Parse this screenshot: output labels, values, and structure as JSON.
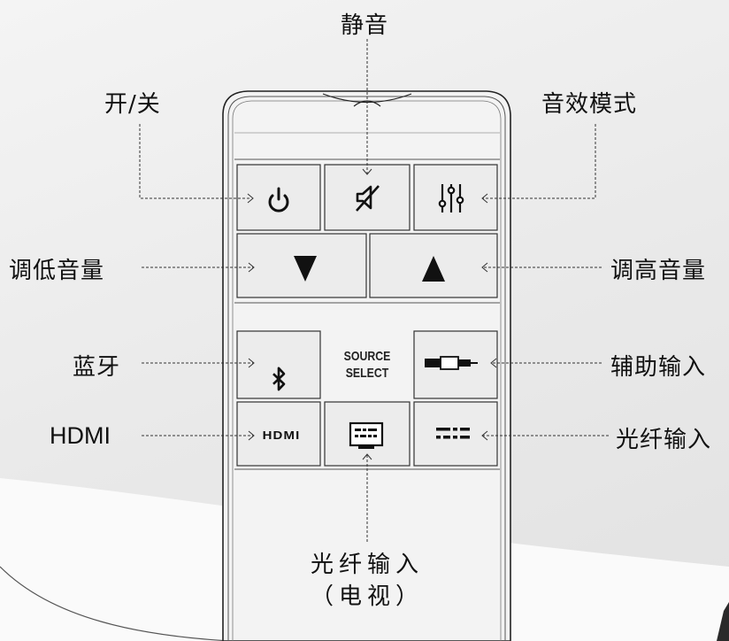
{
  "labels": {
    "mute": "静音",
    "power": "开/关",
    "sound_mode": "音效模式",
    "volume_down": "调低音量",
    "volume_up": "调高音量",
    "bluetooth": "蓝牙",
    "aux": "辅助输入",
    "hdmi": "HDMI",
    "optical": "光纤输入",
    "optical_tv_line1": "光纤输入",
    "optical_tv_line2": "（电视）"
  },
  "remote": {
    "source_line1": "SOURCE",
    "source_line2": "SELECT",
    "hdmi_logo": "HDMI"
  },
  "icons": [
    "power-icon",
    "mute-icon",
    "equalizer-icon",
    "triangle-down-icon",
    "triangle-up-icon",
    "bluetooth-icon",
    "aux-cable-icon",
    "hdmi-logo-icon",
    "optical-icon",
    "tv-optical-icon"
  ],
  "colors": {
    "background": "#ececec",
    "remote_body": "#f2f2f2",
    "outline": "#222222",
    "leader_line": "#333333"
  }
}
